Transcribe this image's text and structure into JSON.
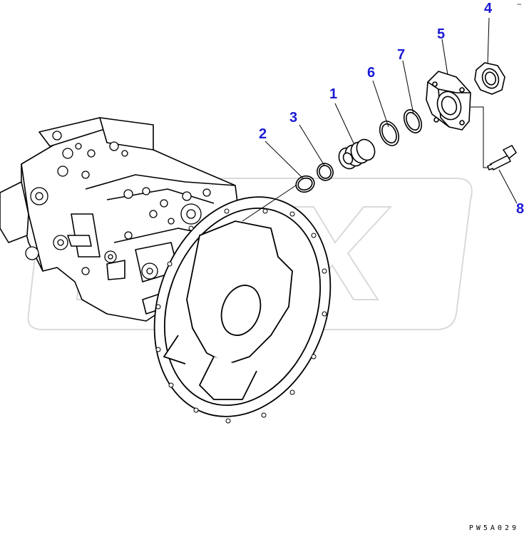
{
  "diagram": {
    "watermark_text": "DEX",
    "drawing_code": "PW5A029",
    "corner_mark": "~",
    "accent_color": "#1a1ad6",
    "callouts": [
      {
        "id": "c1",
        "label": "1"
      },
      {
        "id": "c2",
        "label": "2"
      },
      {
        "id": "c3",
        "label": "3"
      },
      {
        "id": "c4",
        "label": "4"
      },
      {
        "id": "c5",
        "label": "5"
      },
      {
        "id": "c6",
        "label": "6"
      },
      {
        "id": "c7",
        "label": "7"
      },
      {
        "id": "c8",
        "label": "8"
      }
    ]
  }
}
